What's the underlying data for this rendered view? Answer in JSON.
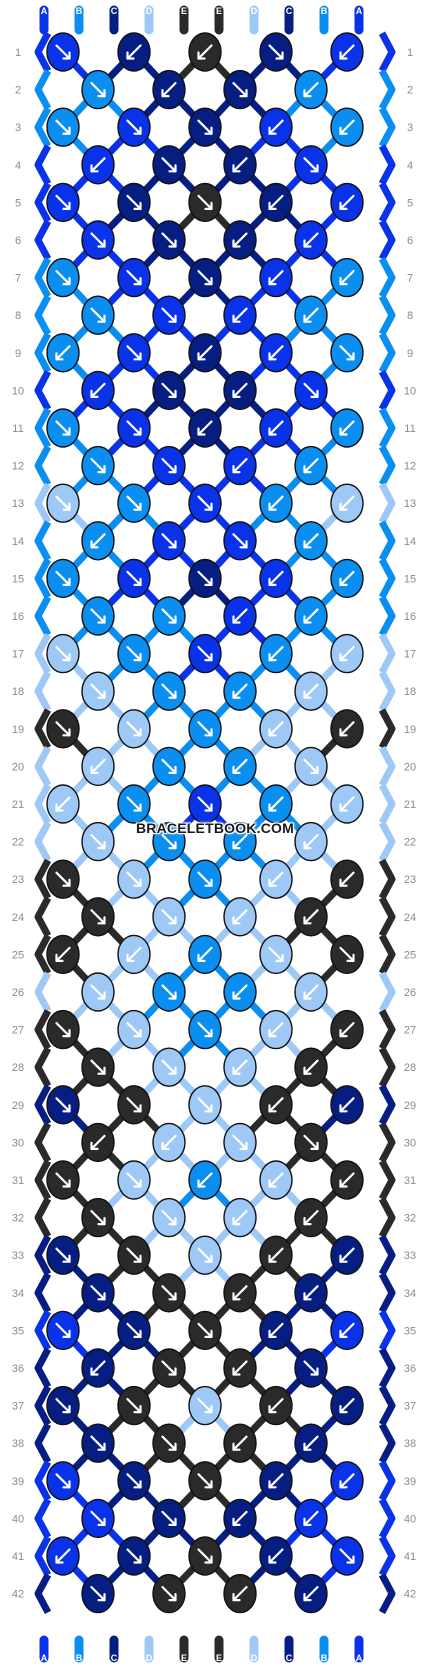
{
  "colors": {
    "A": "#0a32e8",
    "B": "#0a8ff0",
    "C": "#061e82",
    "D": "#9ec8f5",
    "E": "#2a2a2a",
    "label_gray": "#8a8a8a",
    "arrow": "#ffffff"
  },
  "strands_top": [
    "A",
    "B",
    "C",
    "D",
    "E",
    "E",
    "D",
    "C",
    "B",
    "A"
  ],
  "strands_bottom": [
    "A",
    "B",
    "C",
    "D",
    "E",
    "E",
    "D",
    "C",
    "B",
    "A"
  ],
  "row_labels": [
    "1",
    "2",
    "3",
    "4",
    "5",
    "6",
    "7",
    "8",
    "9",
    "10",
    "11",
    "12",
    "13",
    "14",
    "15",
    "16",
    "17",
    "18",
    "19",
    "20",
    "21",
    "22",
    "23",
    "24",
    "25",
    "26",
    "27",
    "28",
    "29",
    "30",
    "31",
    "32",
    "33",
    "34",
    "35",
    "36",
    "37",
    "38",
    "39",
    "40",
    "41",
    "42"
  ],
  "knots": [
    [
      "A",
      "C",
      "E",
      "C",
      "A"
    ],
    [
      "B",
      "C",
      "C",
      "B"
    ],
    [
      "B",
      "A",
      "C",
      "A",
      "B"
    ],
    [
      "A",
      "C",
      "C",
      "A"
    ],
    [
      "A",
      "C",
      "E",
      "C",
      "A"
    ],
    [
      "A",
      "C",
      "C",
      "A"
    ],
    [
      "B",
      "A",
      "C",
      "A",
      "B"
    ],
    [
      "B",
      "A",
      "A",
      "B"
    ],
    [
      "B",
      "A",
      "C",
      "A",
      "B"
    ],
    [
      "A",
      "C",
      "C",
      "A"
    ],
    [
      "B",
      "A",
      "C",
      "A",
      "B"
    ],
    [
      "B",
      "A",
      "A",
      "B"
    ],
    [
      "D",
      "B",
      "A",
      "B",
      "D"
    ],
    [
      "B",
      "A",
      "A",
      "B"
    ],
    [
      "B",
      "A",
      "C",
      "A",
      "B"
    ],
    [
      "B",
      "B",
      "A",
      "B"
    ],
    [
      "D",
      "B",
      "A",
      "B",
      "D"
    ],
    [
      "D",
      "B",
      "B",
      "D"
    ],
    [
      "E",
      "D",
      "B",
      "D",
      "E"
    ],
    [
      "D",
      "B",
      "B",
      "D"
    ],
    [
      "D",
      "B",
      "A",
      "B",
      "D"
    ],
    [
      "D",
      "B",
      "B",
      "D"
    ],
    [
      "E",
      "D",
      "B",
      "D",
      "E"
    ],
    [
      "E",
      "D",
      "D",
      "E"
    ],
    [
      "E",
      "D",
      "B",
      "D",
      "E"
    ],
    [
      "D",
      "B",
      "B",
      "D"
    ],
    [
      "E",
      "D",
      "B",
      "D",
      "E"
    ],
    [
      "E",
      "D",
      "D",
      "E"
    ],
    [
      "C",
      "E",
      "D",
      "E",
      "C"
    ],
    [
      "E",
      "D",
      "D",
      "E"
    ],
    [
      "E",
      "D",
      "B",
      "D",
      "E"
    ],
    [
      "E",
      "D",
      "D",
      "E"
    ],
    [
      "C",
      "E",
      "D",
      "E",
      "C"
    ],
    [
      "C",
      "E",
      "E",
      "C"
    ],
    [
      "A",
      "C",
      "E",
      "C",
      "A"
    ],
    [
      "C",
      "E",
      "E",
      "C"
    ],
    [
      "C",
      "E",
      "D",
      "E",
      "C"
    ],
    [
      "C",
      "E",
      "E",
      "C"
    ],
    [
      "A",
      "C",
      "E",
      "C",
      "A"
    ],
    [
      "A",
      "C",
      "C",
      "A"
    ],
    [
      "A",
      "C",
      "E",
      "C",
      "A"
    ],
    [
      "C",
      "E",
      "E",
      "C"
    ]
  ],
  "arrows": [
    [
      "se",
      "sw",
      "sw",
      "se",
      "sw"
    ],
    [
      "se",
      "sw",
      "se",
      "sw"
    ],
    [
      "rse",
      "se",
      "se",
      "sw",
      "rsw"
    ],
    [
      "sw",
      "se",
      "sw",
      "se"
    ],
    [
      "se",
      "se",
      "se",
      "sw",
      "sw"
    ],
    [
      "se",
      "se",
      "sw",
      "sw"
    ],
    [
      "se",
      "se",
      "se",
      "sw",
      "sw"
    ],
    [
      "rse",
      "se",
      "sw",
      "rsw"
    ],
    [
      "sw",
      "se",
      "sw",
      "sw",
      "se"
    ],
    [
      "rsw",
      "se",
      "sw",
      "rse"
    ],
    [
      "se",
      "se",
      "sw",
      "sw",
      "sw"
    ],
    [
      "se",
      "se",
      "sw",
      "sw"
    ],
    [
      "rse",
      "se",
      "se",
      "sw",
      "rsw"
    ],
    [
      "sw",
      "se",
      "se",
      "sw"
    ],
    [
      "rse",
      "se",
      "se",
      "sw",
      "rsw"
    ],
    [
      "se",
      "se",
      "sw",
      "sw"
    ],
    [
      "se",
      "se",
      "se",
      "sw",
      "sw"
    ],
    [
      "se",
      "se",
      "sw",
      "sw"
    ],
    [
      "se",
      "se",
      "se",
      "sw",
      "sw"
    ],
    [
      "sw",
      "se",
      "sw",
      "se"
    ],
    [
      "rsw",
      "rse",
      "se",
      "sw",
      "rsw"
    ],
    [
      "se",
      "se",
      "sw",
      "sw"
    ],
    [
      "se",
      "se",
      "se",
      "sw",
      "sw"
    ],
    [
      "se",
      "se",
      "sw",
      "sw"
    ],
    [
      "sw",
      "sw",
      "sw",
      "se",
      "se"
    ],
    [
      "rse",
      "se",
      "sw",
      "rsw"
    ],
    [
      "se",
      "se",
      "se",
      "sw",
      "sw"
    ],
    [
      "se",
      "se",
      "sw",
      "sw"
    ],
    [
      "se",
      "se",
      "se",
      "sw",
      "sw"
    ],
    [
      "sw",
      "sw",
      "se",
      "se"
    ],
    [
      "se",
      "se",
      "sw",
      "sw",
      "sw"
    ],
    [
      "se",
      "se",
      "sw",
      "sw"
    ],
    [
      "se",
      "se",
      "se",
      "sw",
      "sw"
    ],
    [
      "se",
      "se",
      "sw",
      "sw"
    ],
    [
      "rse",
      "se",
      "se",
      "sw",
      "rsw"
    ],
    [
      "sw",
      "se",
      "sw",
      "se"
    ],
    [
      "se",
      "se",
      "se",
      "sw",
      "sw"
    ],
    [
      "se",
      "se",
      "sw",
      "sw"
    ],
    [
      "rse",
      "se",
      "se",
      "sw",
      "rsw"
    ],
    [
      "se",
      "se",
      "sw",
      "sw"
    ],
    [
      "sw",
      "se",
      "se",
      "sw",
      "se"
    ],
    [
      "se",
      "se",
      "sw",
      "sw"
    ]
  ],
  "watermark": "BRACELETBOOK.COM"
}
